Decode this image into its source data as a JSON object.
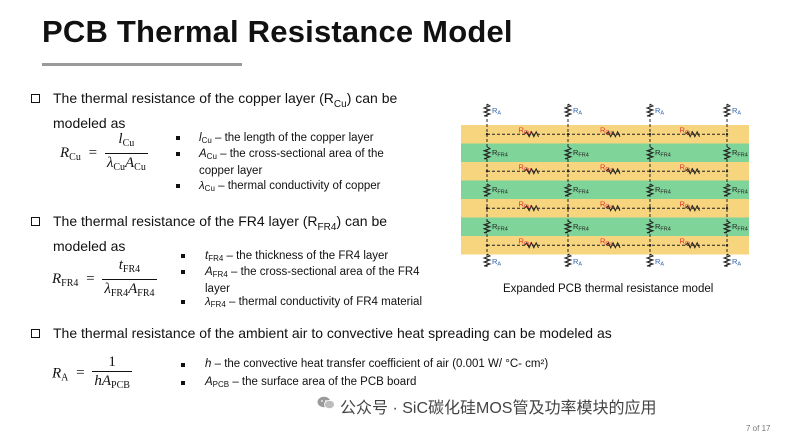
{
  "title": "PCB Thermal Resistance Model",
  "sections": [
    {
      "question_prefix": "The thermal resistance of the copper layer (R",
      "question_sub": "Cu",
      "question_suffix": ") can be",
      "question_line2": "modeled as",
      "formula": {
        "lhs": "R",
        "lhs_sub": "Cu",
        "num": "l",
        "num_sub": "Cu",
        "den1": "λ",
        "den1_sub": "Cu",
        "den2": "A",
        "den2_sub": "Cu"
      },
      "defs": [
        {
          "sym": "l",
          "sub": "Cu",
          "text": " – the length of the copper layer"
        },
        {
          "sym": "A",
          "sub": "Cu",
          "text": " – the cross-sectional area of the",
          "cont": "copper layer"
        },
        {
          "sym": "λ",
          "sub": "Cu",
          "text": " – thermal conductivity of copper"
        }
      ]
    },
    {
      "question_prefix": "The thermal resistance of the FR4 layer (R",
      "question_sub": "FR4",
      "question_suffix": ") can be",
      "question_line2": "modeled as",
      "formula": {
        "lhs": "R",
        "lhs_sub": "FR4",
        "num": "t",
        "num_sub": "FR4",
        "den1": "λ",
        "den1_sub": "FR4",
        "den2": "A",
        "den2_sub": "FR4"
      },
      "defs": [
        {
          "sym": "t",
          "sub": "FR4",
          "text": " – the thickness of the FR4 layer"
        },
        {
          "sym": "A",
          "sub": "FR4",
          "text": " – the cross-sectional area of the FR4",
          "cont": "layer"
        },
        {
          "sym": "λ",
          "sub": "FR4",
          "text": " – thermal conductivity of FR4 material"
        }
      ]
    },
    {
      "question": "The thermal resistance of the ambient air to convective heat spreading can be modeled as",
      "formula": {
        "lhs": "R",
        "lhs_sub": "A",
        "num": "1",
        "den1": "h",
        "den2": "A",
        "den2_sub": "PCB"
      },
      "defs": [
        {
          "sym": "h",
          "sub": "",
          "text": " – the convective heat transfer coefficient of air (0.001 W/ °C- cm²)"
        },
        {
          "sym": "A",
          "sub": "PCB",
          "text": " – the surface area of the PCB board"
        }
      ]
    }
  ],
  "diagram": {
    "caption": "Expanded PCB thermal resistance model",
    "label_RA": "R",
    "label_RA_sub": "A",
    "label_RFR4": "R",
    "label_RFR4_sub": "FR4",
    "label_RCu": "R",
    "label_RCu_sub": "Cu",
    "colors": {
      "copper": "#f7d57f",
      "fr4": "#7fd49a",
      "label_cu": "#e03030",
      "label_blue": "#2a5fb0",
      "wire": "#222222"
    }
  },
  "watermark": "公众号 · SiC碳化硅MOS管及功率模块的应用",
  "page_number": "7 of 17"
}
